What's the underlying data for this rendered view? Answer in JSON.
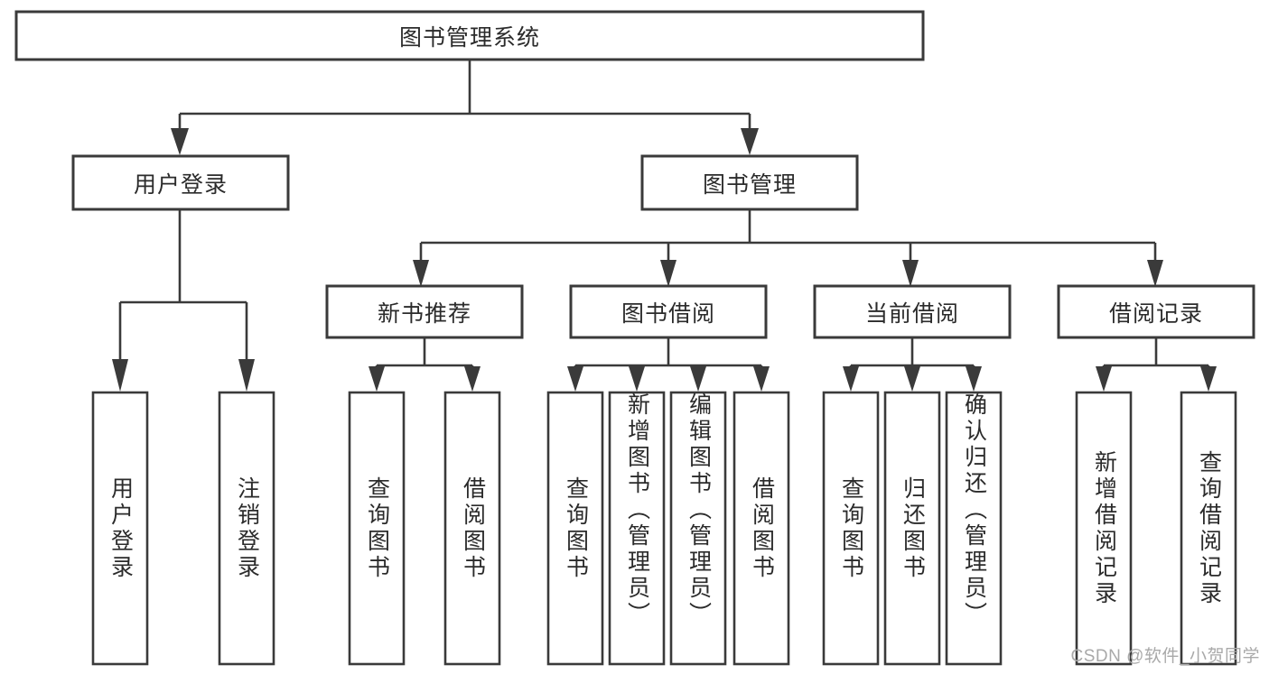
{
  "diagram": {
    "type": "tree-hierarchy-chart",
    "orientation": "top-down",
    "title_node": {
      "label": "图书管理系统"
    },
    "level2": [
      {
        "id": "user-login",
        "label": "用户登录"
      },
      {
        "id": "book-management",
        "label": "图书管理"
      }
    ],
    "level3": [
      {
        "id": "new-book-recommend",
        "label": "新书推荐"
      },
      {
        "id": "book-borrow",
        "label": "图书借阅"
      },
      {
        "id": "current-borrow",
        "label": "当前借阅"
      },
      {
        "id": "borrow-record",
        "label": "借阅记录"
      }
    ],
    "leaves": {
      "user_login": [
        {
          "id": "leaf-user-login",
          "label": "用户登录"
        },
        {
          "id": "leaf-logout-login",
          "label": "注销登录"
        }
      ],
      "new_book_recommend": [
        {
          "id": "leaf-query-book-1",
          "label": "查询图书"
        },
        {
          "id": "leaf-borrow-book-1",
          "label": "借阅图书"
        }
      ],
      "book_borrow": [
        {
          "id": "leaf-query-book-2",
          "label": "查询图书"
        },
        {
          "id": "leaf-add-book",
          "label": "新增图书（管理员）"
        },
        {
          "id": "leaf-edit-book",
          "label": "编辑图书（管理员）"
        },
        {
          "id": "leaf-borrow-book-2",
          "label": "借阅图书"
        }
      ],
      "current_borrow": [
        {
          "id": "leaf-query-book-3",
          "label": "查询图书"
        },
        {
          "id": "leaf-return-book",
          "label": "归还图书"
        },
        {
          "id": "leaf-confirm-return",
          "label": "确认归还（管理员）"
        }
      ],
      "borrow_record": [
        {
          "id": "leaf-add-record",
          "label": "新增借阅记录"
        },
        {
          "id": "leaf-query-record",
          "label": "查询借阅记录"
        }
      ]
    }
  },
  "watermark": {
    "text": "CSDN @软件_小贺同学"
  },
  "colors": {
    "background": "#ffffff",
    "box_fill": "#ffffff",
    "box_stroke": "#3a3a3a",
    "text": "#2b2b2b",
    "watermark": "#a9a9a9"
  }
}
